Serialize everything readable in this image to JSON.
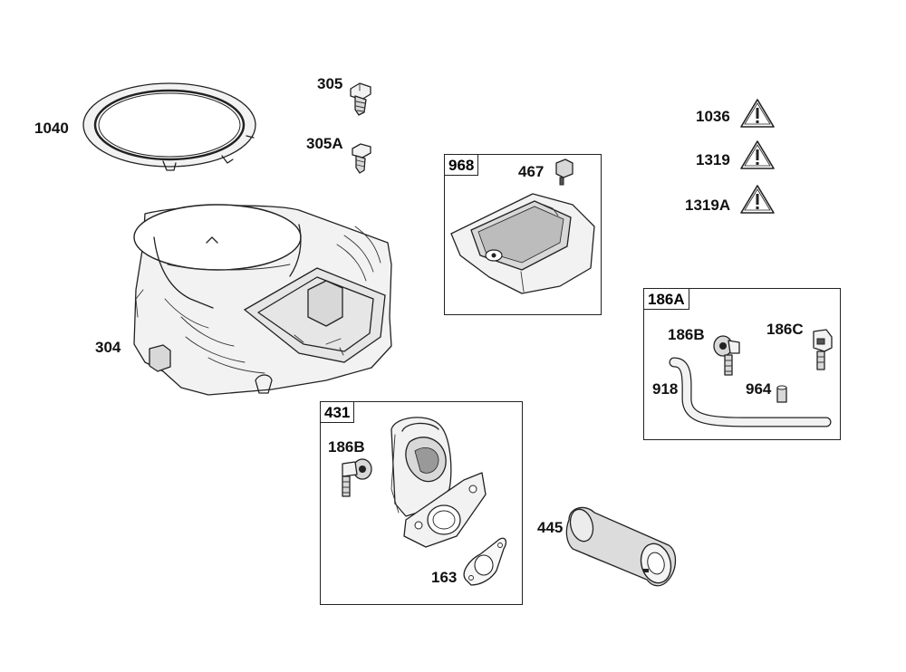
{
  "diagram": {
    "labels": {
      "l1040": "1040",
      "l305": "305",
      "l305a": "305A",
      "l304": "304",
      "l1036": "1036",
      "l1319": "1319",
      "l1319a": "1319A",
      "l467": "467",
      "l186b_top": "186B",
      "l186c": "186C",
      "l918": "918",
      "l964": "964",
      "l186b_bottom": "186B",
      "l163": "163",
      "l445": "445"
    },
    "boxes": {
      "b968": "968",
      "b186a": "186A",
      "b431": "431"
    },
    "icons": {
      "warning": "warning-triangle-icon"
    }
  }
}
